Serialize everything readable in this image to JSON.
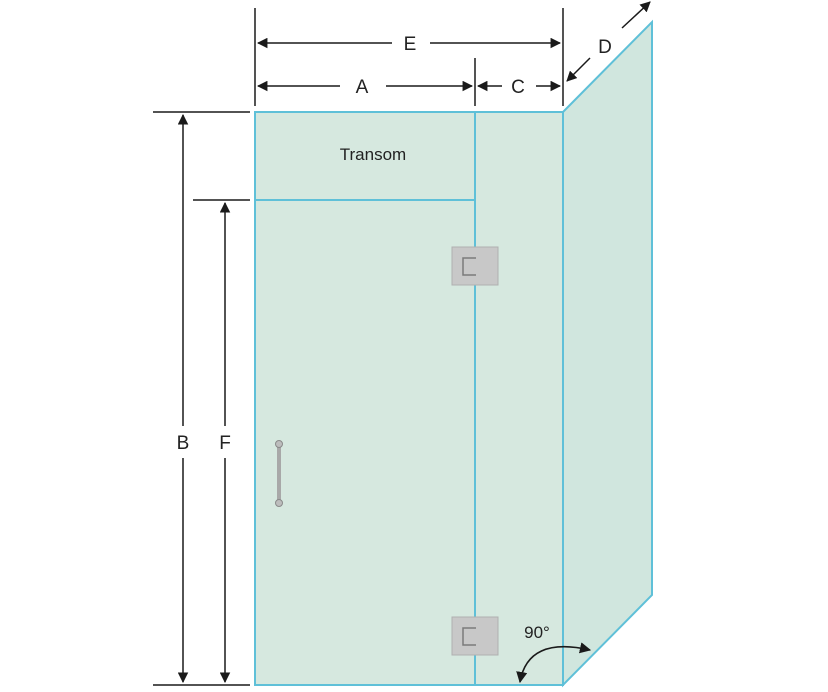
{
  "labels": {
    "transom": "Transom",
    "a": "A",
    "b": "B",
    "c": "C",
    "d": "D",
    "e": "E",
    "f": "F",
    "angle": "90°"
  },
  "colors": {
    "glass": "#d6e8df",
    "glass_side": "#d0e6de",
    "edge": "#5fc0d8",
    "dimension": "#1a1a1a",
    "hinge": "#c8c8c8",
    "handle": "#a8a8a8"
  }
}
